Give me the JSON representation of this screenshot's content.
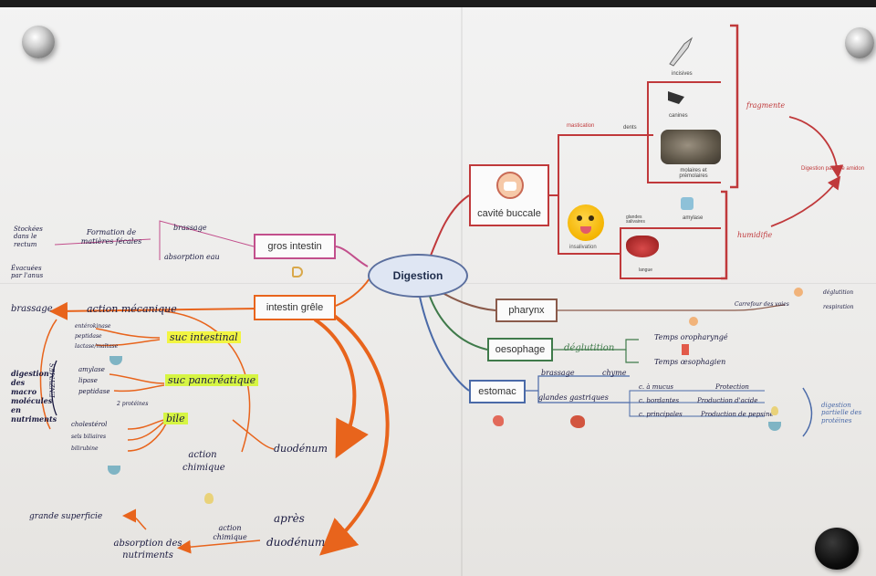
{
  "central": "Digestion",
  "branches": {
    "cavite_buccale": "cavité buccale",
    "pharynx": "pharynx",
    "oesophage": "oesophage",
    "estomac": "estomac",
    "gros_intestin": "gros intestin",
    "intestin_grele": "intestin grêle"
  },
  "mouth": {
    "mastication": "mastication",
    "dents": "dents",
    "incisives": "incisives",
    "canines": "canines",
    "molaires": "molaires et prémolaires",
    "insalivation": "insalivation",
    "glandes": "glandes salivaires",
    "amylase": "amylase",
    "langue": "langue",
    "fragmente": "fragmente",
    "humidifie": "humidifie",
    "digestion_partielle": "Digestion partielle amidon"
  },
  "pharynx": {
    "carrefour": "Carrefour des voies",
    "deglutition": "déglutition",
    "respiration": "respiration"
  },
  "oesophage": {
    "deglutition": "déglutition",
    "temps_oro": "Temps oropharyngé",
    "temps_oeso": "Temps œsophagien"
  },
  "estomac": {
    "brassage": "brassage",
    "chyme": "chyme",
    "glandes": "glandes gastriques",
    "c1": "c. à mucus",
    "c1p": "Protection",
    "c2": "c. bordantes",
    "c2p": "Production d'acide",
    "c3": "c. principales",
    "c3p": "Production de pepsine",
    "note": "digestion partielle des protéines"
  },
  "gros_intestin": {
    "brassage": "brassage",
    "absorption": "absorption eau",
    "formation": "Formation de matières fécales",
    "stockees": "Stockées dans le rectum",
    "evacuees": "Évacuées par l'anus"
  },
  "intestin_grele": {
    "brassage": "brassage",
    "action_mecanique": "action mécanique",
    "enzymes": "ENZYMES",
    "digestion_note": "digestion des macro molécules en nutriments",
    "e1": "entérokinase",
    "e2": "peptidase",
    "e3": "lactase/maltase",
    "suc_intestinal": "suc intestinal",
    "p1": "amylase",
    "p2": "lipase",
    "p3": "peptidase",
    "suc_pancreatique": "suc pancréatique",
    "proteines": "2 protéines",
    "b1": "cholestérol",
    "b2": "sels biliaires",
    "b3": "bilirubine",
    "bile": "bile",
    "action_chimique": "action chimique",
    "duodenum": "duodénum",
    "apres": "après",
    "apres_duodenum": "duodénum",
    "action_chimique2": "action chimique",
    "absorption": "absorption des nutriments",
    "grande_surface": "grande superficie"
  },
  "colors": {
    "red_branch": "#c0393b",
    "orange": "#e8641c",
    "green": "#3f7a4a",
    "blue": "#4a6aa8",
    "pink": "#c24f8c",
    "brown": "#8a5a4a",
    "ink": "#1a1a40"
  },
  "icons": [
    "knife-icon",
    "dispenser-icon",
    "molar-photo",
    "emoji-face-icon",
    "tongue-photo",
    "mouth-icon",
    "intestine-icon",
    "stomach-icon",
    "bowl-icon",
    "flask-icon"
  ]
}
